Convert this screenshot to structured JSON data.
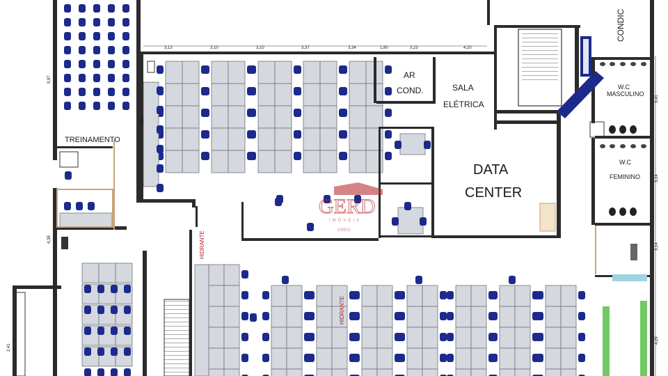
{
  "plan": {
    "rooms": {
      "treinamento": "TREINAMENTO",
      "ar_cond_1": "AR",
      "ar_cond_2": "COND.",
      "sala_eletrica_1": "SALA",
      "sala_eletrica_2": "ELÉTRICA",
      "data_center_1": "DATA",
      "data_center_2": "CENTER",
      "wc_masculino_1": "W.C",
      "wc_masculino_2": "MASCULINO",
      "wc_feminino_1": "W.C",
      "wc_feminino_2": "FEMININO",
      "condic": "CONDIC",
      "hidrante_1": "HIDRANTE",
      "hidrante_2": "HIDRANTE"
    },
    "dimensions": {
      "top": [
        "3,13",
        "3,10",
        "3,10",
        "3,37",
        "3,34",
        "1,80",
        "3,23",
        "4,20"
      ],
      "left": [
        "9,87",
        "3,52",
        "4,38",
        "2,41"
      ],
      "right": [
        "3,41",
        "3,24",
        "3,14",
        "4,29"
      ]
    },
    "watermark": {
      "brand": "GERD",
      "subtitle": "IMÓVEIS",
      "creci": "CRECI"
    },
    "colors": {
      "wall": "#2b2b2b",
      "chair": "#1c2a8c",
      "desk": "#d5d9df",
      "desk_edge": "#6f747a",
      "door_frame": "#c9a27a",
      "watermark": "#b22024",
      "accent_green": "#4cbb3c",
      "glass": "#9fd3e0"
    }
  }
}
